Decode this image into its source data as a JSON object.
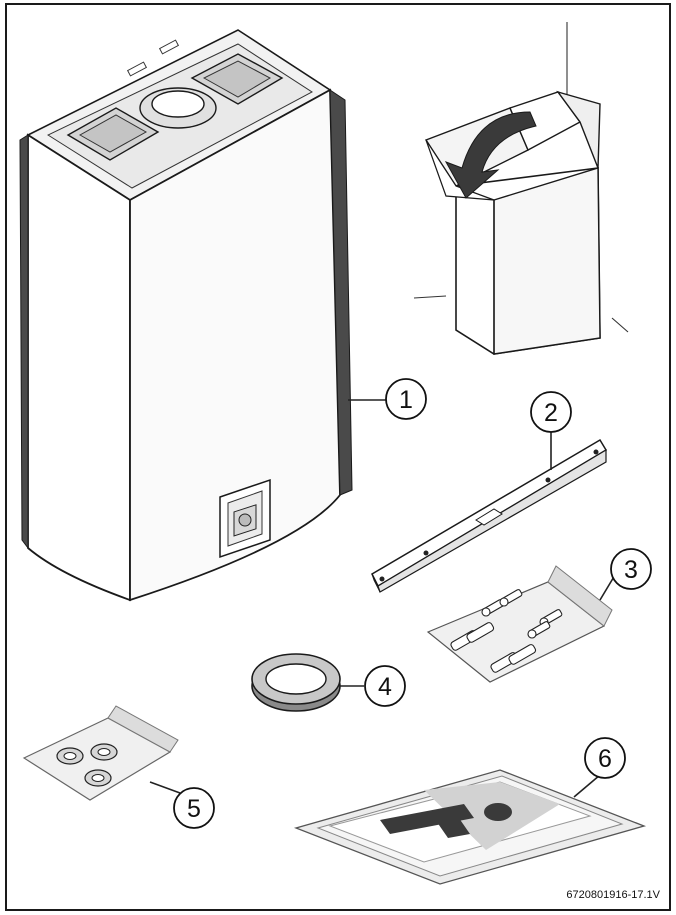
{
  "figure": {
    "id_label": "6720801916-17.1V"
  },
  "callouts": [
    {
      "number": "1",
      "icon": "boiler-unit"
    },
    {
      "number": "2",
      "icon": "mounting-rail"
    },
    {
      "number": "3",
      "icon": "screws-and-plugs-bag"
    },
    {
      "number": "4",
      "icon": "sealing-ring"
    },
    {
      "number": "5",
      "icon": "seals-bag"
    },
    {
      "number": "6",
      "icon": "documentation-envelope"
    }
  ],
  "colors": {
    "outline": "#1a1a1a",
    "panel": "#ffffff",
    "shade": "#e6e6e6",
    "dark_shade": "#9a9a9a"
  }
}
